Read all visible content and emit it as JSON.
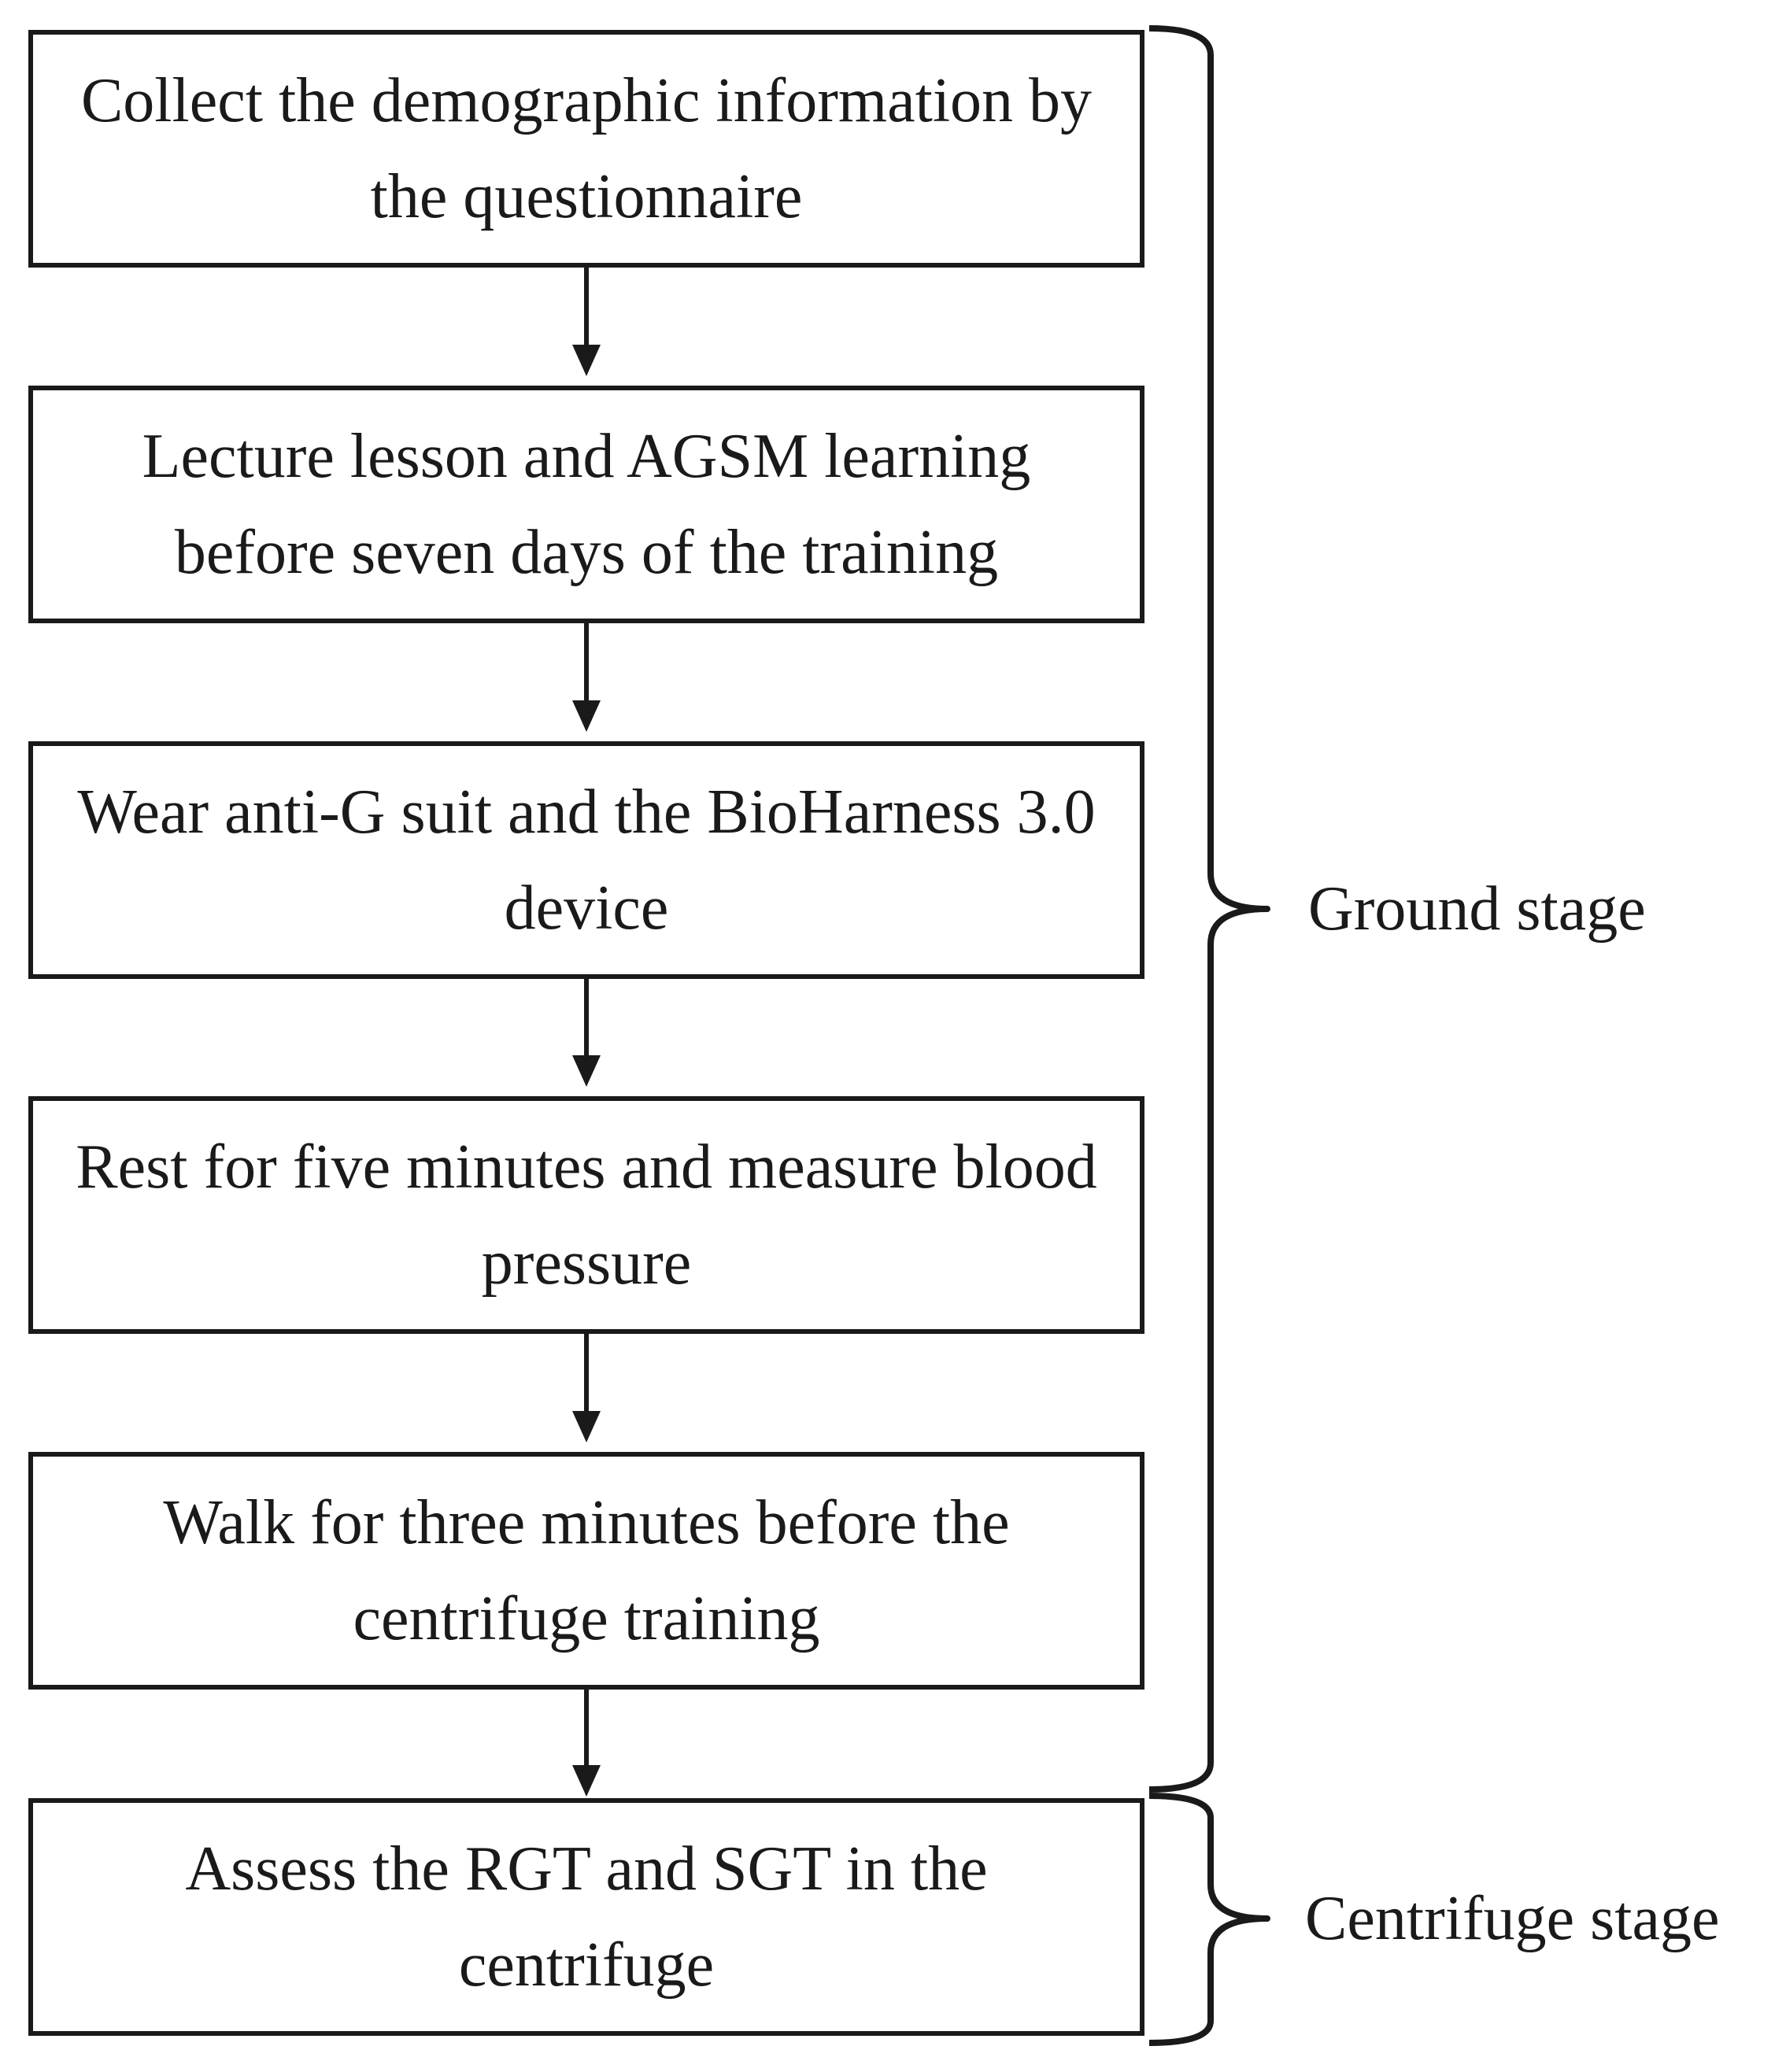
{
  "steps": [
    {
      "text": "Collect the demographic information by the questionnaire"
    },
    {
      "text": "Lecture lesson and AGSM learning before seven days of the training"
    },
    {
      "text": "Wear anti-G suit and the BioHarness 3.0 device"
    },
    {
      "text": "Rest for five minutes and measure blood pressure"
    },
    {
      "text": "Walk for three minutes before the centrifuge training"
    },
    {
      "text": "Assess the RGT and SGT in the centrifuge"
    }
  ],
  "stages": [
    {
      "label": "Ground stage"
    },
    {
      "label": "Centrifuge stage"
    }
  ]
}
